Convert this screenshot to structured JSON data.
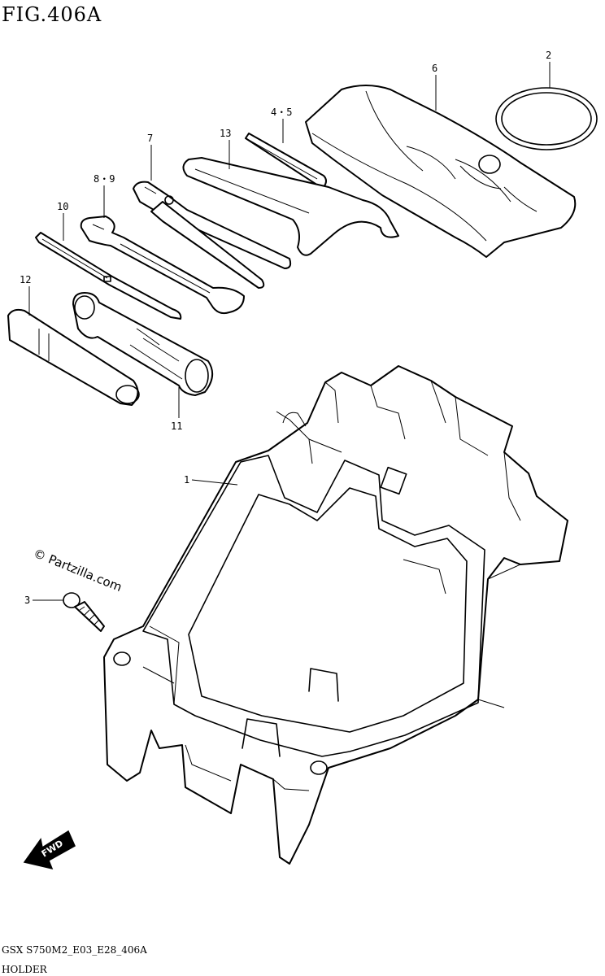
{
  "figure_title": "FIG.406A",
  "watermark": "© Partzilla.com",
  "direction_badge": "FWD",
  "footer_code": "GSX S750M2_E03_E28_406A",
  "footer_name": "HOLDER",
  "callouts": {
    "c1": "1",
    "c2": "2",
    "c3": "3",
    "c4_5": "4・5",
    "c6": "6",
    "c7": "7",
    "c8_9": "8・9",
    "c10": "10",
    "c11": "11",
    "c12": "12",
    "c13": "13"
  }
}
